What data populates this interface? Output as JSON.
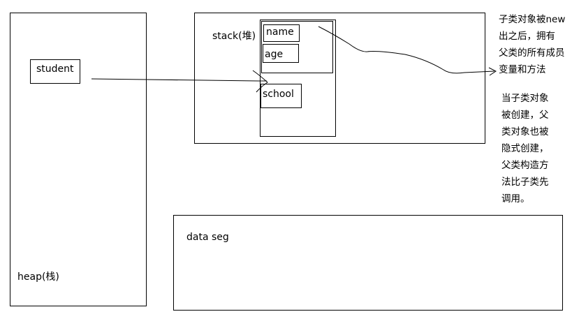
{
  "diagram": {
    "heap_label": "heap(栈)",
    "stack_label": "stack(堆)",
    "data_seg_label": "data seg",
    "student_label": "student",
    "name_label": "name",
    "age_label": "age",
    "school_label": "school",
    "note_top": [
      "子类对象被new",
      "出之后，拥有",
      "父类的所有成员",
      "变量和方法"
    ],
    "note_bottom": [
      "当子类对象",
      "被创建，父",
      "类对象也被",
      "隐式创建，",
      "父类构造方",
      "法比子类先",
      "调用。"
    ]
  }
}
